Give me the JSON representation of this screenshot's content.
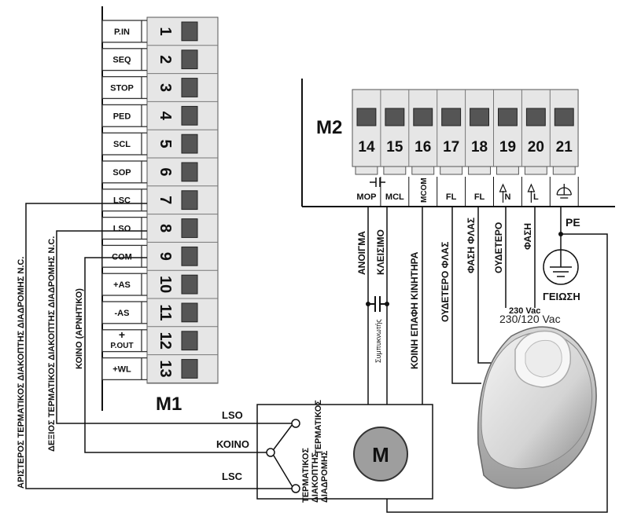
{
  "m1": {
    "title": "M1",
    "terminals": [
      {
        "label": "P.IN",
        "num": "1"
      },
      {
        "label": "SEQ",
        "num": "2"
      },
      {
        "label": "STOP",
        "num": "3"
      },
      {
        "label": "PED",
        "num": "4"
      },
      {
        "label": "SCL",
        "num": "5"
      },
      {
        "label": "SOP",
        "num": "6"
      },
      {
        "label": "LSC",
        "num": "7"
      },
      {
        "label": "LSO",
        "num": "8"
      },
      {
        "label": "COM",
        "num": "9"
      },
      {
        "label": "+AS",
        "num": "10"
      },
      {
        "label": "-AS",
        "num": "11"
      },
      {
        "label": "P.OUT",
        "num": "12",
        "prefix": "+"
      },
      {
        "label": "+WL",
        "num": "13"
      }
    ]
  },
  "m2": {
    "title": "M2",
    "terminals": [
      {
        "num": "14",
        "sub": "MOP"
      },
      {
        "num": "15",
        "sub": "MCL"
      },
      {
        "num": "16",
        "sub": "MCOM"
      },
      {
        "num": "17",
        "sub": "FL"
      },
      {
        "num": "18",
        "sub": "FL"
      },
      {
        "num": "19",
        "sub": "N"
      },
      {
        "num": "20",
        "sub": "L"
      },
      {
        "num": "21",
        "sub": ""
      }
    ],
    "pe_label": "PE"
  },
  "left_labels": {
    "lsc_desc": "ΑΡΙΣΤΕΡΟΣ ΤΕΡΜΑΤΙΚΟΣ ΔΙΑΚΟΠΤΗΣ ΔΙΑΔΡΟΜΗΣ N.C.",
    "lso_desc": "ΔΕΞΙΟΣ ΤΕΡΜΑΤΙΚΟΣ ΔΙΑΚΟΠΤΗΣ ΔΙΑΔΡΟΜΗΣ N.C.",
    "com_desc": "ΚΟΙΝΟ (ΑΡΝΗΤΙΚΟ)"
  },
  "wire_labels": {
    "open": "ΑΝΟΙΓΜΑ",
    "close": "ΚΛΕΙΣΙΜΟ",
    "motor_common": "ΚΟΙΝΗ ΕΠΑΦΗ ΚΙΝΗΤΗΡΑ",
    "flash_neutral": "ΟΥΔΕΤΕΡΟ ΦΛΑΣ",
    "flash_phase": "ΦΑΣΗ ΦΛΑΣ",
    "neutral": "ΟΥΔΕΤΕΡΟ",
    "phase": "ΦΑΣΗ",
    "capacitor": "Συμπυκνωτής",
    "ground": "ΓΕΙΩΣΗ",
    "supply_a": "230 Vac",
    "supply_b": "230/120 Vac"
  },
  "motor_box": {
    "lso": "LSO",
    "common": "ΚΟΙΝΟ",
    "lsc": "LSC",
    "switch_line1": "ΤΕΡΜΑΤΙΚΟΣ",
    "switch_line2": "ΔΙΑΚΟΠΤΗΣ",
    "switch_line3": "ΔΙΑΔΡΟΜΗΣ",
    "switch_line4": "ΤΕΡΜΑΤΙΚΟΣ",
    "motor": "M"
  }
}
